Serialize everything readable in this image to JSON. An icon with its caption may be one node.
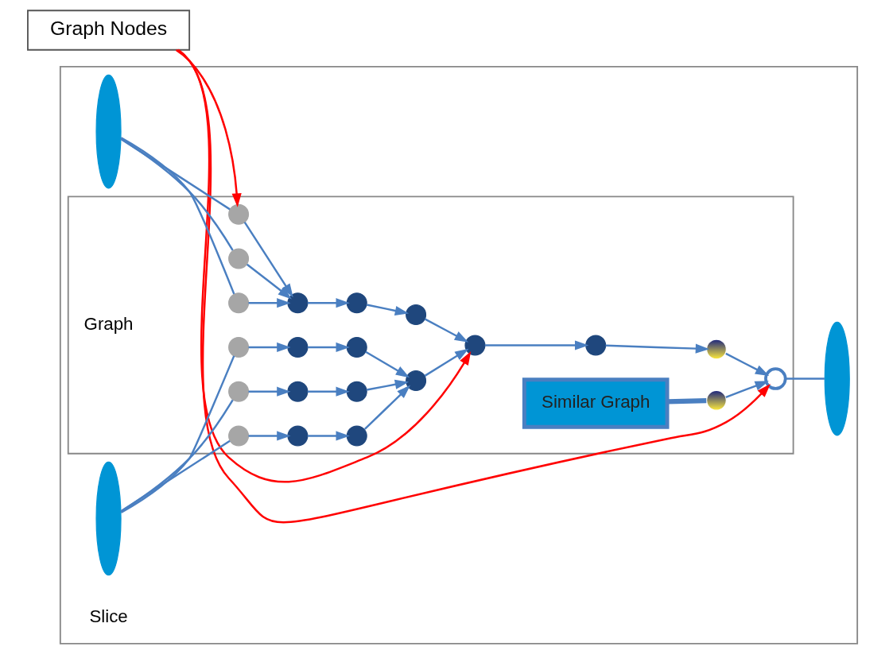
{
  "diagram": {
    "nodes": [
      {
        "text": [
          "Graph Nodes"
        ]
      },
      {
        "text": [],
        "shape": "box"
      },
      {
        "text": [],
        "shape": "box",
        "in": 1
      },
      {
        "text": [],
        "shape": "ellipse",
        "in": 1
      },
      {
        "text": [],
        "shape": "ellipse",
        "in": 1
      },
      {
        "text": [],
        "shape": "circle",
        "in": 2
      },
      {
        "text": [],
        "shape": "circle",
        "in": 2
      },
      {
        "text": [],
        "shape": "circle",
        "in": 2
      },
      {
        "text": [],
        "shape": "circle",
        "in": 2
      },
      {
        "text": [],
        "shape": "circle",
        "in": 2
      },
      {
        "text": [],
        "shape": "circle",
        "in": 2
      },
      {
        "text": [],
        "shape": "circle",
        "in": 2
      },
      {
        "text": [],
        "shape": "circle",
        "in": 2
      },
      {
        "text": [],
        "shape": "circle",
        "in": 2
      },
      {
        "text": [],
        "shape": "circle",
        "in": 2
      },
      {
        "text": [],
        "shape": "ellipse",
        "in": 1
      },
      {
        "text": [],
        "shape": "circle",
        "in": 2
      },
      {
        "text": [],
        "shape": "circle",
        "in": 2
      },
      {
        "text": [],
        "shape": "circle",
        "in": 2
      },
      {
        "text": [],
        "shape": "circle",
        "in": 2
      },
      {
        "text": [],
        "shape": "circle",
        "in": 2
      },
      {
        "text": [],
        "shape": "circle",
        "in": 2
      },
      {
        "text": [],
        "shape": "circle",
        "in": 2
      },
      {
        "text": [],
        "shape": "circle",
        "in": 2
      },
      {
        "text": [],
        "shape": "circle",
        "in": 2
      },
      {
        "text": [],
        "shape": "circle",
        "in": 2
      },
      {
        "text": [],
        "shape": "circle",
        "in": 2
      },
      {
        "text": [
          "Similar Graph"
        ],
        "in": 2
      }
    ],
    "edges": [
      {
        "from": 0,
        "to": 5,
        "arrow": "to",
        "color": "#ff0000"
      },
      {
        "from": 0,
        "to": 11,
        "arrow": "to",
        "color": "#ff0000"
      },
      {
        "from": 0,
        "to": 14,
        "arrow": "to",
        "color": "#ff0000"
      },
      {
        "from": 3,
        "to": 5,
        "arrow": "none"
      },
      {
        "from": 3,
        "to": 6,
        "arrow": "none"
      },
      {
        "from": 3,
        "to": 7,
        "arrow": "none"
      },
      {
        "from": 5,
        "to": 8,
        "arrow": "to"
      },
      {
        "from": 6,
        "to": 8,
        "arrow": "to"
      },
      {
        "from": 7,
        "to": 8,
        "arrow": "to"
      },
      {
        "from": 8,
        "to": 9,
        "arrow": "to"
      },
      {
        "from": 9,
        "to": 10,
        "arrow": "to"
      },
      {
        "from": 10,
        "to": 11,
        "arrow": "to"
      },
      {
        "from": 11,
        "to": 12,
        "arrow": "to"
      },
      {
        "from": 12,
        "to": 13,
        "arrow": "to"
      },
      {
        "from": 13,
        "to": 14,
        "arrow": "to"
      },
      {
        "from": 26,
        "to": 14,
        "arrow": "to"
      },
      {
        "from": 14,
        "to": 15,
        "arrow": "none"
      },
      {
        "from": 4,
        "to": 16,
        "arrow": "none"
      },
      {
        "from": 4,
        "to": 19,
        "arrow": "none"
      },
      {
        "from": 4,
        "to": 22,
        "arrow": "none"
      },
      {
        "from": 16,
        "to": 17,
        "arrow": "to"
      },
      {
        "from": 17,
        "to": 18,
        "arrow": "to"
      },
      {
        "from": 19,
        "to": 20,
        "arrow": "to"
      },
      {
        "from": 20,
        "to": 21,
        "arrow": "to"
      },
      {
        "from": 22,
        "to": 23,
        "arrow": "to"
      },
      {
        "from": 23,
        "to": 24,
        "arrow": "to"
      },
      {
        "from": 18,
        "to": 25,
        "arrow": "to"
      },
      {
        "from": 21,
        "to": 25,
        "arrow": "to"
      },
      {
        "from": 24,
        "to": 25,
        "arrow": "to"
      },
      {
        "from": 25,
        "to": 11,
        "arrow": "to"
      },
      {
        "from": 27,
        "to": 26,
        "arrow": "none",
        "style": "thick"
      }
    ],
    "labels": [
      "Slice",
      "Graph"
    ]
  }
}
